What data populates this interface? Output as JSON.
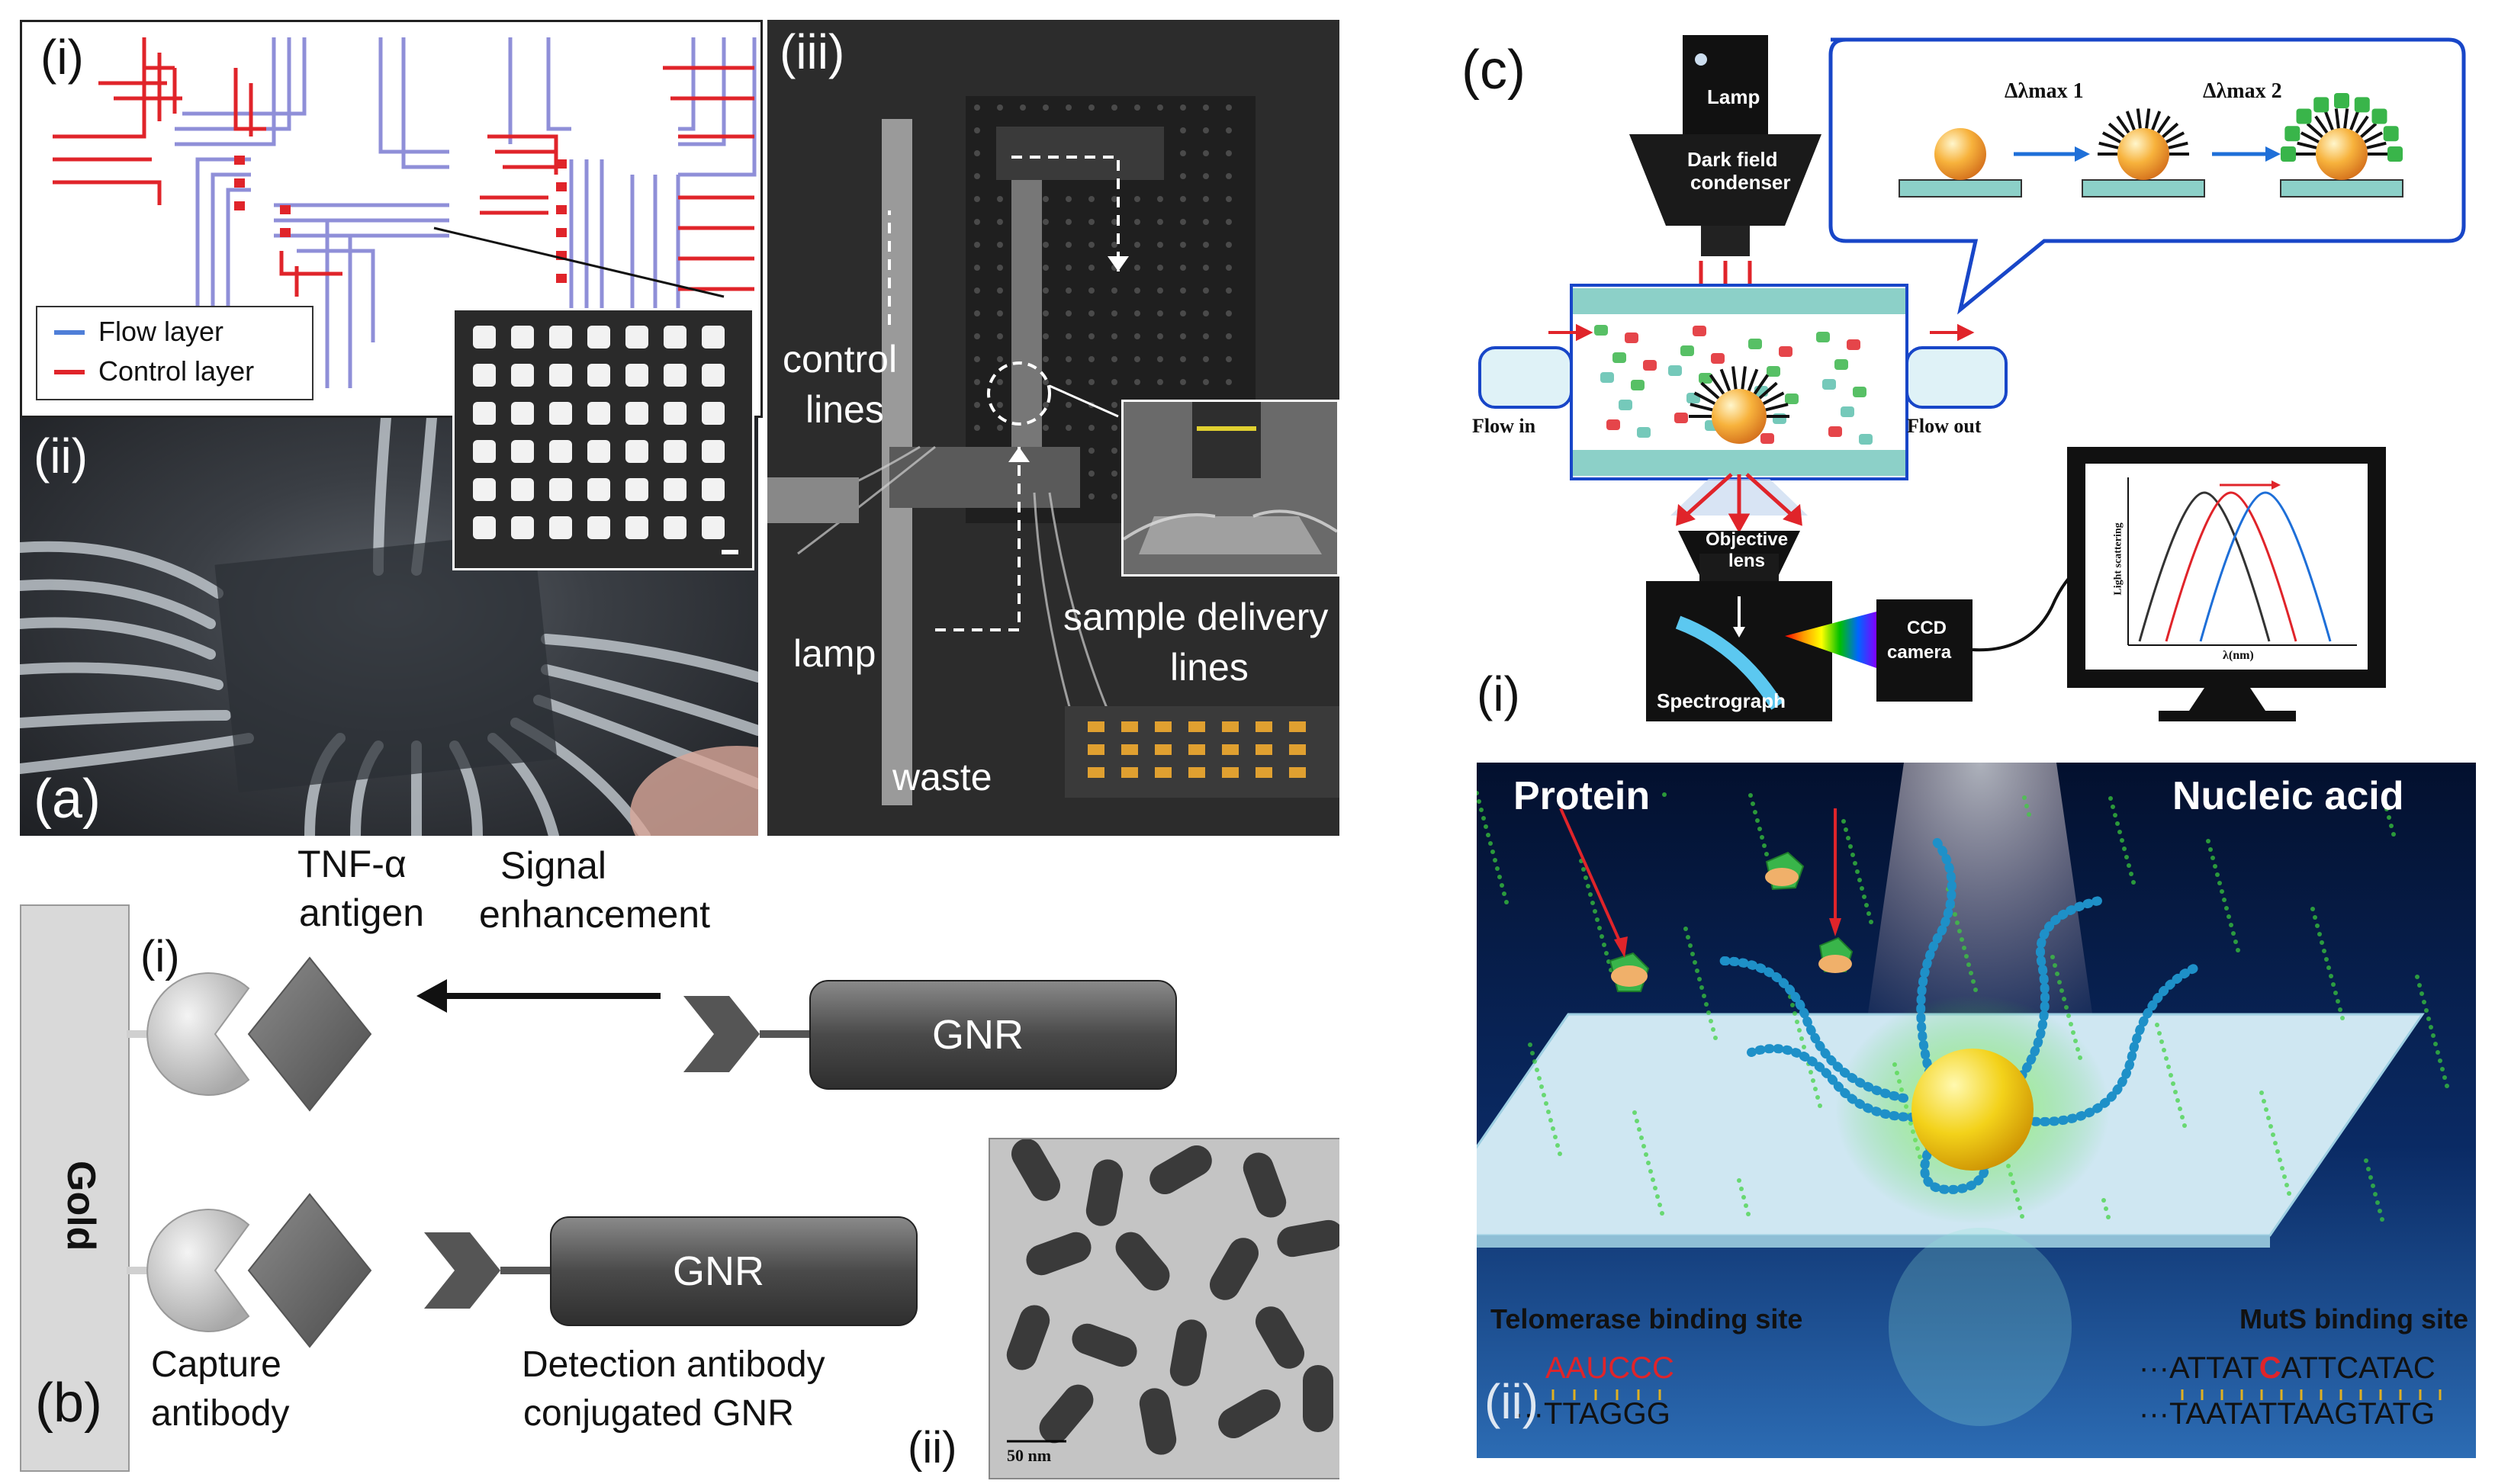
{
  "panel_a": {
    "letter": "(a)",
    "sub_i": "(i)",
    "sub_ii": "(ii)",
    "sub_iii": "(iii)",
    "legend_flow": "Flow layer",
    "legend_control": "Control layer",
    "flow_color": "#8f8fd8",
    "control_color": "#e0242a",
    "setup_labels": {
      "control_lines_1": "control",
      "control_lines_2": "lines",
      "lamp": "lamp",
      "sample_1": "sample delivery",
      "sample_2": "lines",
      "waste": "waste"
    }
  },
  "panel_b": {
    "letter": "(b)",
    "sub_i": "(i)",
    "sub_ii": "(ii)",
    "gold": "Gold",
    "tnf_1": "TNF-α",
    "tnf_2": "antigen",
    "signal_1": "Signal",
    "signal_2": "enhancement",
    "gnr_top": "GNR",
    "gnr_bottom": "GNR",
    "capture_1": "Capture",
    "capture_2": "antibody",
    "detection_1": "Detection antibody",
    "detection_2": "conjugated GNR",
    "scale": "50 nm"
  },
  "panel_c": {
    "letter": "(c)",
    "sub_i": "(i)",
    "sub_ii": "(ii)",
    "lamp": "Lamp",
    "condenser_1": "Dark field",
    "condenser_2": "condenser",
    "delta1": "Δλmax 1",
    "delta2": "Δλmax 2",
    "flow_in": "Flow in",
    "flow_out": "Flow out",
    "objective_1": "Objective",
    "objective_2": "lens",
    "spectrograph": "Spectrograph",
    "ccd_1": "CCD",
    "ccd_2": "camera",
    "plot_ylabel": "Light scattering",
    "plot_xlabel": "λ(nm)",
    "protein": "Protein",
    "nucleic": "Nucleic acid",
    "telomerase": "Telomerase binding site",
    "muts": "MutS binding site",
    "seq_left_top": "AAUCCC",
    "seq_left_bottom": "···TTAGGG",
    "seq_right_top_a": "···ATTAT",
    "seq_right_top_b": "C",
    "seq_right_top_c": "ATTCATAC",
    "seq_right_bottom": "···TAATATTAAGTATG"
  }
}
